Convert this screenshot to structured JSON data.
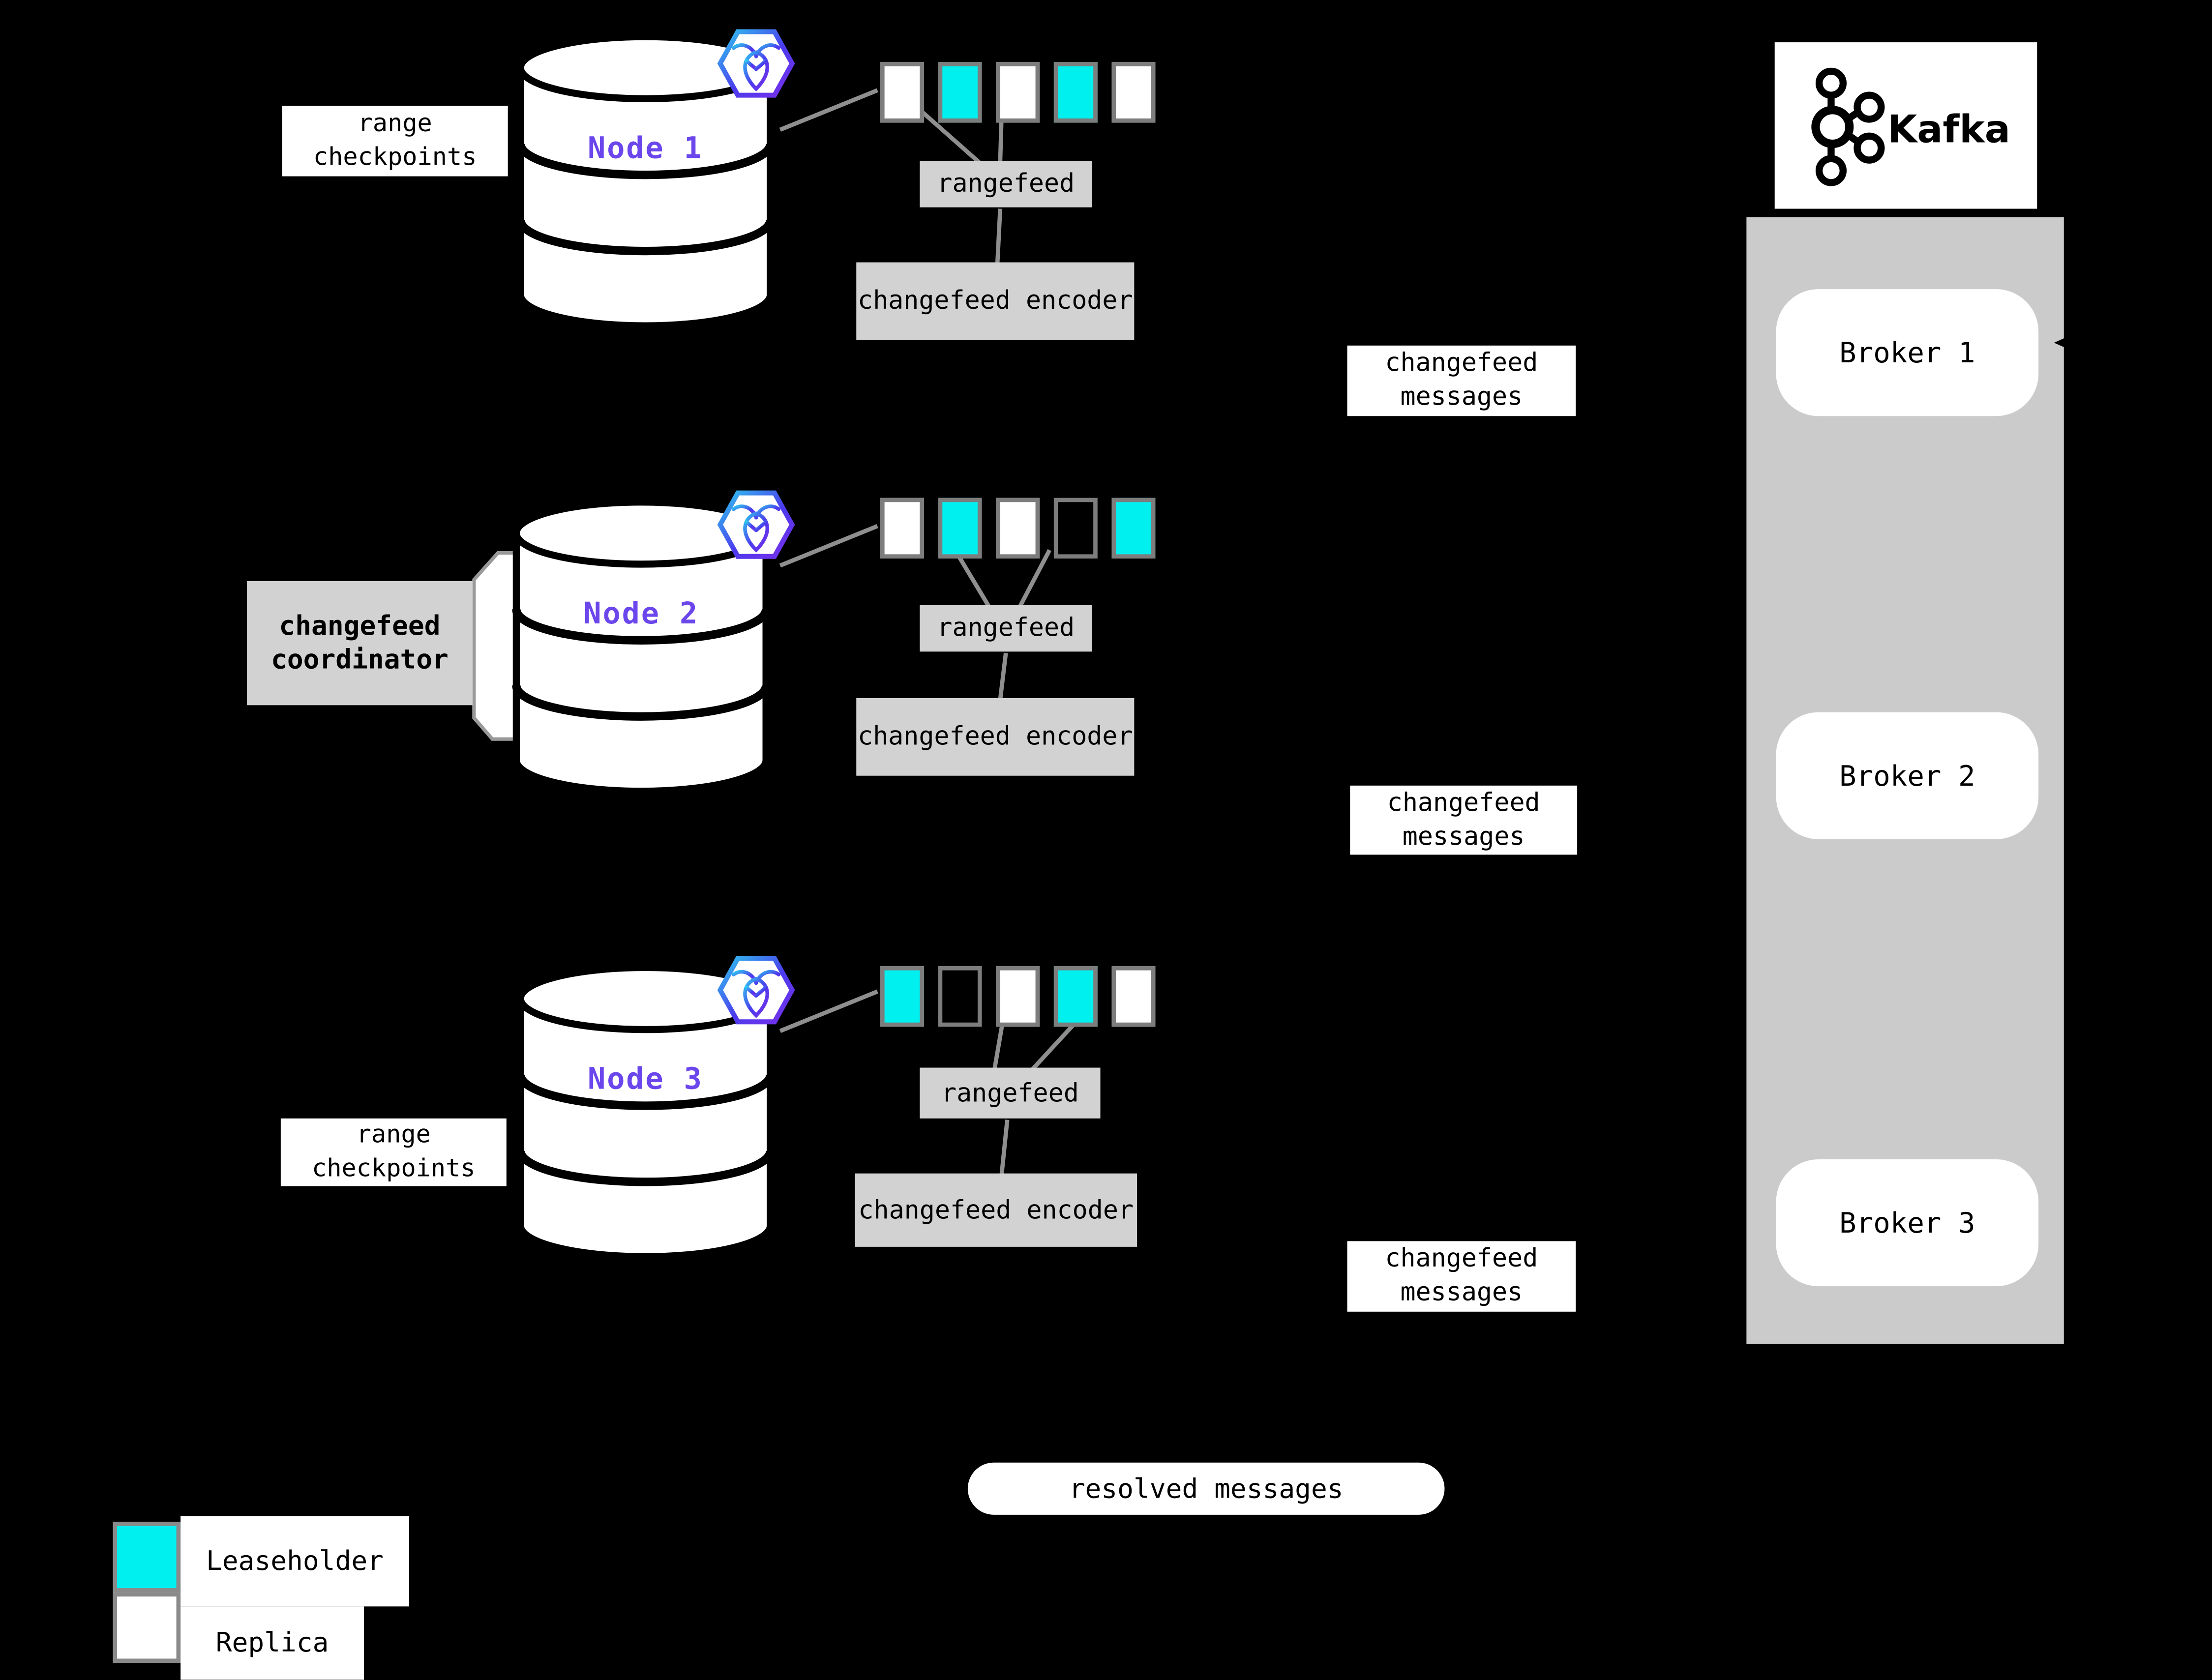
{
  "colors": {
    "leaseholder": "#00F0F0",
    "replica": "#FFFFFF",
    "empty": "#000000",
    "node_label": "#6A46EC",
    "panel_gray": "#D2D2D2",
    "column_gray": "#CBCBCB",
    "connector_gray": "#8F8F8F"
  },
  "nodes": [
    {
      "label": "Node 1",
      "checkpoint_label": "range checkpoints",
      "ranges": [
        "replica",
        "leaseholder",
        "replica",
        "leaseholder",
        "replica"
      ],
      "rangefeed_label": "rangefeed",
      "encoder_label": "changefeed encoder",
      "messages_label": "changefeed messages"
    },
    {
      "label": "Node 2",
      "coordinator_label": "changefeed coordinator",
      "ranges": [
        "replica",
        "leaseholder",
        "replica",
        "empty",
        "leaseholder"
      ],
      "rangefeed_label": "rangefeed",
      "encoder_label": "changefeed encoder",
      "messages_label": "changefeed messages"
    },
    {
      "label": "Node 3",
      "checkpoint_label": "range checkpoints",
      "ranges": [
        "leaseholder",
        "empty",
        "replica",
        "leaseholder",
        "replica"
      ],
      "rangefeed_label": "rangefeed",
      "encoder_label": "changefeed encoder",
      "messages_label": "changefeed messages"
    }
  ],
  "kafka": {
    "wordmark": "Kafka",
    "brokers": [
      "Broker 1",
      "Broker 2",
      "Broker 3"
    ]
  },
  "resolved_label": "resolved messages",
  "legend": {
    "items": [
      {
        "swatch": "leaseholder",
        "label": "Leaseholder"
      },
      {
        "swatch": "replica",
        "label": "Replica"
      }
    ]
  }
}
